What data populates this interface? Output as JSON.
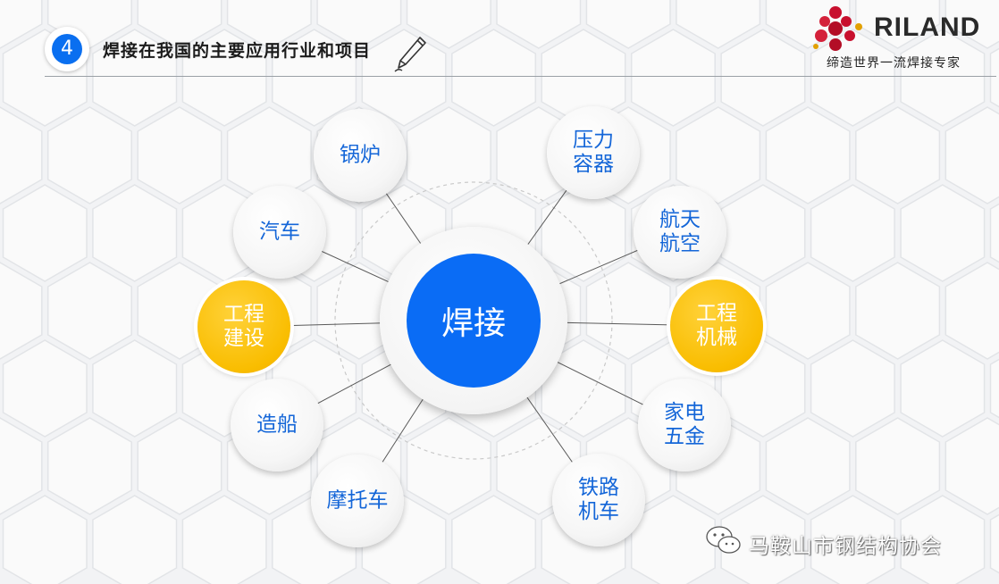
{
  "header": {
    "number": "4",
    "title": "焊接在我国的主要应用行业和项目"
  },
  "logo": {
    "text": "RILAND",
    "slogan": "缔造世界一流焊接专家"
  },
  "hub": {
    "label": "焊接"
  },
  "left_nodes": [
    {
      "label": "锅炉",
      "highlight": false
    },
    {
      "label": "汽车",
      "highlight": false
    },
    {
      "label": "工程\n建设",
      "highlight": true
    },
    {
      "label": "造船",
      "highlight": false
    },
    {
      "label": "摩托车",
      "highlight": false
    }
  ],
  "right_nodes": [
    {
      "label": "压力\n容器",
      "highlight": false
    },
    {
      "label": "航天\n航空",
      "highlight": false
    },
    {
      "label": "工程\n机械",
      "highlight": true
    },
    {
      "label": "家电\n五金",
      "highlight": false
    },
    {
      "label": "铁路\n机车",
      "highlight": false
    }
  ],
  "watermark": "马鞍山市钢结构协会",
  "colors": {
    "primary_blue": "#0a6cf5",
    "highlight_yellow": "#f9bd00",
    "label_blue": "#1466d8"
  }
}
